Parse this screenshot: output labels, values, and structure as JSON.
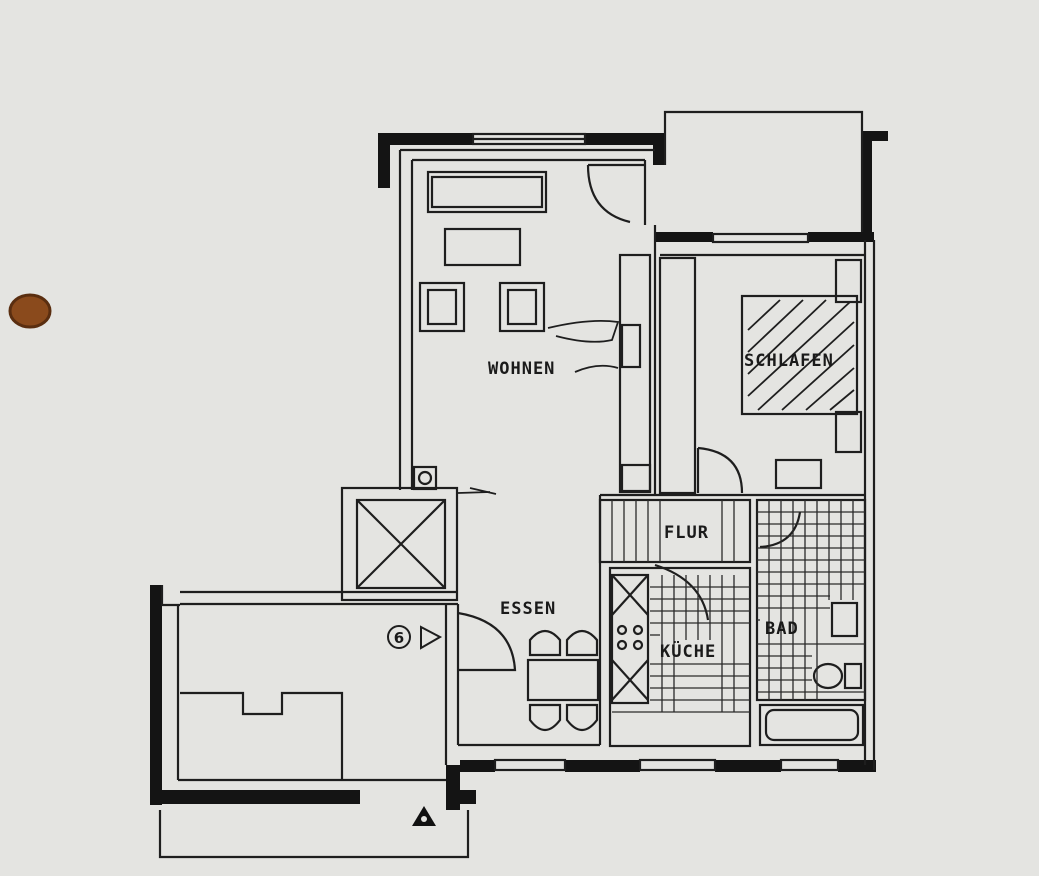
{
  "floor_plan": {
    "rooms": {
      "wohnen": "WOHNEN",
      "schlafen": "SCHLAFEN",
      "flur": "FLUR",
      "kueche": "KÜCHE",
      "bad": "BAD",
      "essen": "ESSEN"
    },
    "marker_number": "6",
    "colors": {
      "paper": "#e4e4e1",
      "ink": "#141414",
      "punch_hole": "#8a4a1c"
    }
  }
}
